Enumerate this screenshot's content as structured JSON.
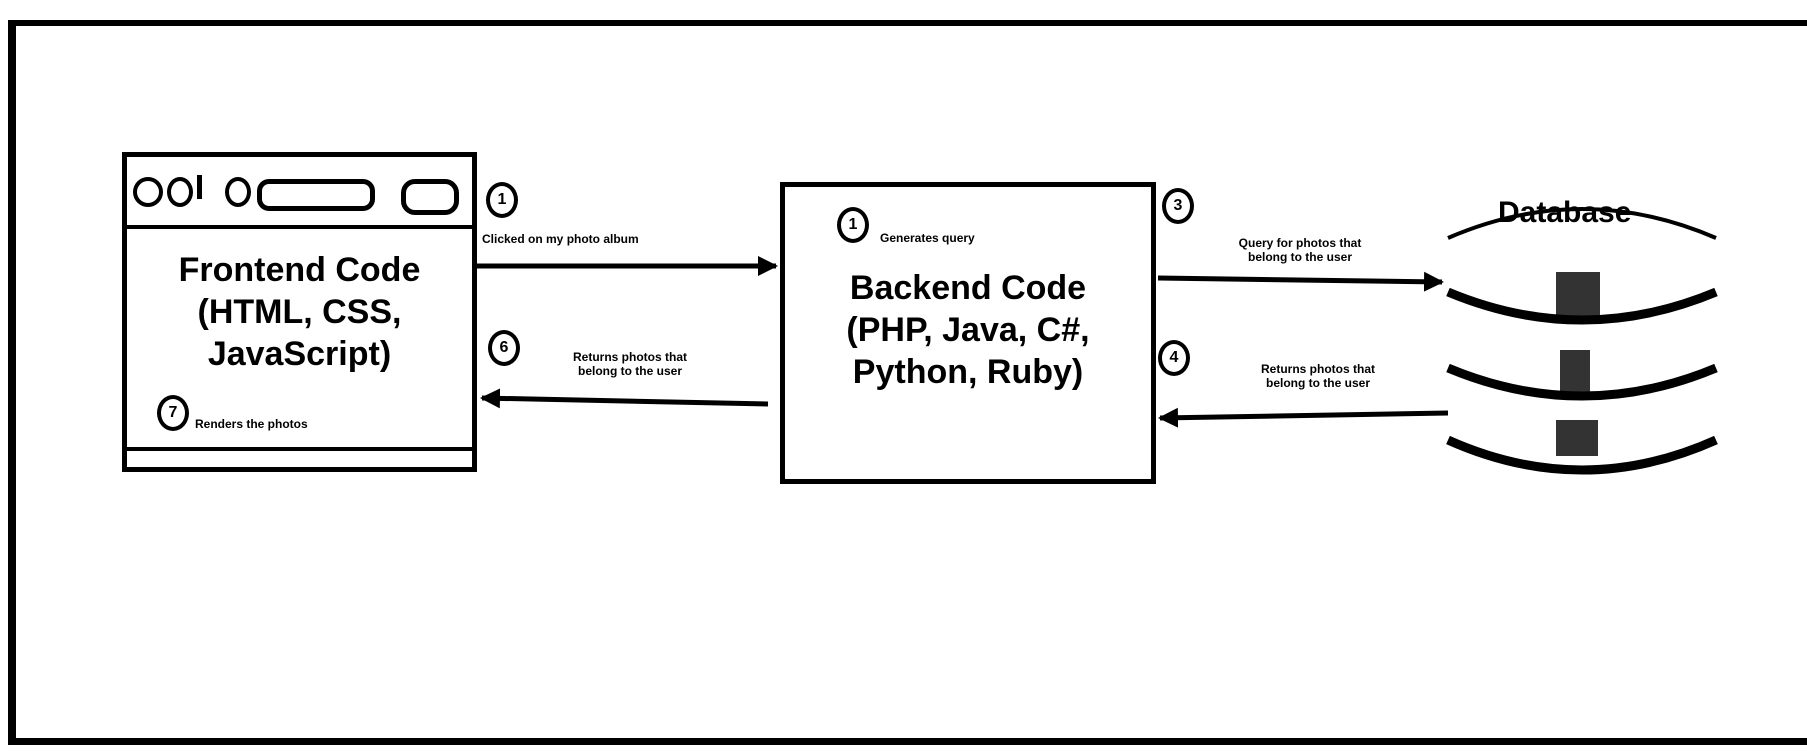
{
  "frontend": {
    "title_lines": [
      "Frontend Code",
      "(HTML, CSS,",
      "JavaScript)"
    ],
    "step": {
      "number": "7",
      "text": "Renders the photos"
    }
  },
  "backend": {
    "title_lines": [
      "Backend Code",
      "(PHP, Java, C#,",
      "Python, Ruby)"
    ],
    "step": {
      "number": "1",
      "text": "Generates query"
    }
  },
  "database": {
    "title": "Database"
  },
  "arrows": {
    "clicked": {
      "number": "1",
      "text": "Clicked on my photo album"
    },
    "returns_front": {
      "number": "6",
      "text_lines": [
        "Returns photos that",
        "belong to the user"
      ]
    },
    "query": {
      "number": "3",
      "text_lines": [
        "Query for photos that",
        "belong to the user"
      ]
    },
    "returns_back": {
      "number": "4",
      "text_lines": [
        "Returns photos that",
        "belong to the user"
      ]
    }
  }
}
